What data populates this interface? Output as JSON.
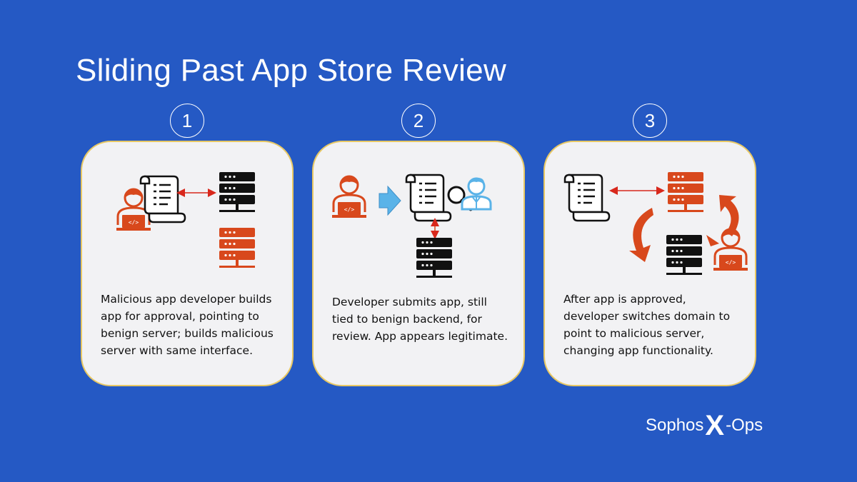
{
  "title": "Sliding Past App Store Review",
  "steps": [
    {
      "number": "1",
      "text": "Malicious app developer builds app for approval, pointing to benign server; builds malicious server with same interface."
    },
    {
      "number": "2",
      "text": "Developer submits app, still tied to benign backend, for review. App appears legitimate."
    },
    {
      "number": "3",
      "text": "After app is approved, developer switches domain to point to malicious server, changing app functionality."
    }
  ],
  "brand": {
    "part1": "Sophos",
    "part2": "X",
    "part3": "-Ops"
  },
  "colors": {
    "background": "#2559c4",
    "accent": "#d8481c",
    "card": "#f2f2f4",
    "card_border": "#e8c864",
    "reviewer": "#5ab3e8"
  },
  "icons": [
    "developer-icon",
    "scroll-icon",
    "server-icon",
    "magnifier-icon",
    "reviewer-icon",
    "arrow-icon"
  ]
}
